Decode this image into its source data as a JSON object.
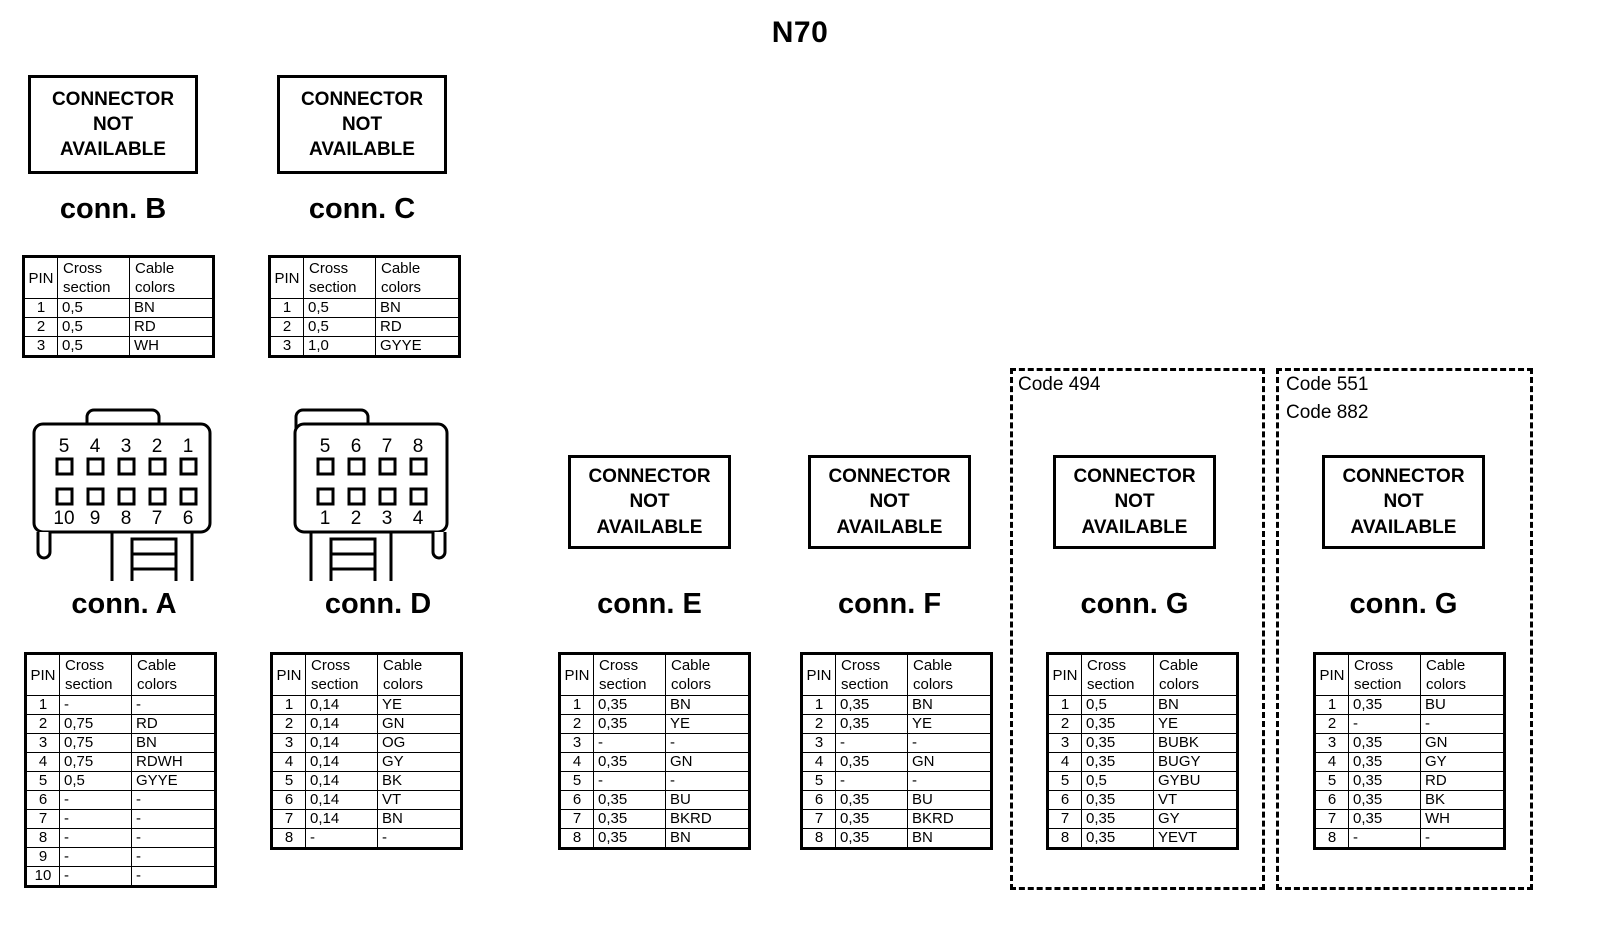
{
  "diagram": {
    "title": "N70",
    "not_available_text": [
      "CONNECTOR",
      "NOT",
      "AVAILABLE"
    ],
    "table_headers": {
      "pin": "PIN",
      "cross_section_line1": "Cross",
      "cross_section_line2": "section",
      "cable_colors_line1": "Cable",
      "cable_colors_line2": "colors"
    }
  },
  "codes": {
    "panel_left": [
      "Code 494"
    ],
    "panel_right": [
      "Code 551",
      "Code 882"
    ]
  },
  "connectors": {
    "B": {
      "caption": "conn. B",
      "available": false,
      "rows": [
        {
          "pin": "1",
          "cs": "0,5",
          "cc": "BN"
        },
        {
          "pin": "2",
          "cs": "0,5",
          "cc": "RD"
        },
        {
          "pin": "3",
          "cs": "0,5",
          "cc": "WH"
        }
      ]
    },
    "C": {
      "caption": "conn. C",
      "available": false,
      "rows": [
        {
          "pin": "1",
          "cs": "0,5",
          "cc": "BN"
        },
        {
          "pin": "2",
          "cs": "0,5",
          "cc": "RD"
        },
        {
          "pin": "3",
          "cs": "1,0",
          "cc": "GYYE"
        }
      ]
    },
    "A": {
      "caption": "conn. A",
      "available": true,
      "pins_top": [
        "5",
        "4",
        "3",
        "2",
        "1"
      ],
      "pins_bottom": [
        "10",
        "9",
        "8",
        "7",
        "6"
      ],
      "rows": [
        {
          "pin": "1",
          "cs": "-",
          "cc": "-"
        },
        {
          "pin": "2",
          "cs": "0,75",
          "cc": "RD"
        },
        {
          "pin": "3",
          "cs": "0,75",
          "cc": "BN"
        },
        {
          "pin": "4",
          "cs": "0,75",
          "cc": "RDWH"
        },
        {
          "pin": "5",
          "cs": "0,5",
          "cc": "GYYE"
        },
        {
          "pin": "6",
          "cs": "-",
          "cc": "-"
        },
        {
          "pin": "7",
          "cs": "-",
          "cc": "-"
        },
        {
          "pin": "8",
          "cs": "-",
          "cc": "-"
        },
        {
          "pin": "9",
          "cs": "-",
          "cc": "-"
        },
        {
          "pin": "10",
          "cs": "-",
          "cc": "-"
        }
      ]
    },
    "D": {
      "caption": "conn. D",
      "available": true,
      "pins_top": [
        "5",
        "6",
        "7",
        "8"
      ],
      "pins_bottom": [
        "1",
        "2",
        "3",
        "4"
      ],
      "rows": [
        {
          "pin": "1",
          "cs": "0,14",
          "cc": "YE"
        },
        {
          "pin": "2",
          "cs": "0,14",
          "cc": "GN"
        },
        {
          "pin": "3",
          "cs": "0,14",
          "cc": "OG"
        },
        {
          "pin": "4",
          "cs": "0,14",
          "cc": "GY"
        },
        {
          "pin": "5",
          "cs": "0,14",
          "cc": "BK"
        },
        {
          "pin": "6",
          "cs": "0,14",
          "cc": "VT"
        },
        {
          "pin": "7",
          "cs": "0,14",
          "cc": "BN"
        },
        {
          "pin": "8",
          "cs": "-",
          "cc": "-"
        }
      ]
    },
    "E": {
      "caption": "conn. E",
      "available": false,
      "rows": [
        {
          "pin": "1",
          "cs": "0,35",
          "cc": "BN"
        },
        {
          "pin": "2",
          "cs": "0,35",
          "cc": "YE"
        },
        {
          "pin": "3",
          "cs": "-",
          "cc": "-"
        },
        {
          "pin": "4",
          "cs": "0,35",
          "cc": "GN"
        },
        {
          "pin": "5",
          "cs": "-",
          "cc": "-"
        },
        {
          "pin": "6",
          "cs": "0,35",
          "cc": "BU"
        },
        {
          "pin": "7",
          "cs": "0,35",
          "cc": "BKRD"
        },
        {
          "pin": "8",
          "cs": "0,35",
          "cc": "BN"
        }
      ]
    },
    "F": {
      "caption": "conn. F",
      "available": false,
      "rows": [
        {
          "pin": "1",
          "cs": "0,35",
          "cc": "BN"
        },
        {
          "pin": "2",
          "cs": "0,35",
          "cc": "YE"
        },
        {
          "pin": "3",
          "cs": "-",
          "cc": "-"
        },
        {
          "pin": "4",
          "cs": "0,35",
          "cc": "GN"
        },
        {
          "pin": "5",
          "cs": "-",
          "cc": "-"
        },
        {
          "pin": "6",
          "cs": "0,35",
          "cc": "BU"
        },
        {
          "pin": "7",
          "cs": "0,35",
          "cc": "BKRD"
        },
        {
          "pin": "8",
          "cs": "0,35",
          "cc": "BN"
        }
      ]
    },
    "G1": {
      "caption": "conn. G",
      "available": false,
      "rows": [
        {
          "pin": "1",
          "cs": "0,5",
          "cc": "BN"
        },
        {
          "pin": "2",
          "cs": "0,35",
          "cc": "YE"
        },
        {
          "pin": "3",
          "cs": "0,35",
          "cc": "BUBK"
        },
        {
          "pin": "4",
          "cs": "0,35",
          "cc": "BUGY"
        },
        {
          "pin": "5",
          "cs": "0,5",
          "cc": "GYBU"
        },
        {
          "pin": "6",
          "cs": "0,35",
          "cc": "VT"
        },
        {
          "pin": "7",
          "cs": "0,35",
          "cc": "GY"
        },
        {
          "pin": "8",
          "cs": "0,35",
          "cc": "YEVT"
        }
      ]
    },
    "G2": {
      "caption": "conn. G",
      "available": false,
      "rows": [
        {
          "pin": "1",
          "cs": "0,35",
          "cc": "BU"
        },
        {
          "pin": "2",
          "cs": "-",
          "cc": "-"
        },
        {
          "pin": "3",
          "cs": "0,35",
          "cc": "GN"
        },
        {
          "pin": "4",
          "cs": "0,35",
          "cc": "GY"
        },
        {
          "pin": "5",
          "cs": "0,35",
          "cc": "RD"
        },
        {
          "pin": "6",
          "cs": "0,35",
          "cc": "BK"
        },
        {
          "pin": "7",
          "cs": "0,35",
          "cc": "WH"
        },
        {
          "pin": "8",
          "cs": "-",
          "cc": "-"
        }
      ]
    }
  }
}
